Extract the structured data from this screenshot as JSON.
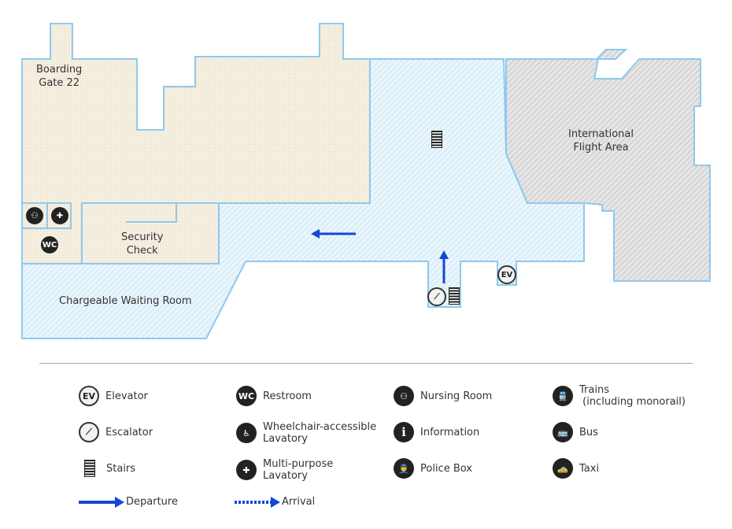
{
  "map": {
    "areas": {
      "boarding_gate": "Boarding\nGate 22",
      "security": "Security\nCheck",
      "waiting": "Chargeable Waiting Room",
      "international": "International\nFlight Area"
    },
    "colors": {
      "restricted": "#f6f0e2",
      "public": "#e4f3fb",
      "international": "#e0e0e0",
      "wall": "#8ec9ee",
      "route": "#1446d6"
    },
    "icons": {
      "wc": "WC",
      "ev": "EV"
    }
  },
  "legend": {
    "elevator": "Elevator",
    "restroom": "Restroom",
    "nursing": "Nursing Room",
    "trains": "Trains\n (including monorail)",
    "escalator": "Escalator",
    "wheelchair": "Wheelchair-accessible\nLavatory",
    "information": "Information",
    "bus": "Bus",
    "stairs": "Stairs",
    "multipurpose": "Multi-purpose\nLavatory",
    "police": "Police Box",
    "taxi": "Taxi",
    "departure": "Departure",
    "arrival": "Arrival",
    "ev_icon": "EV",
    "wc_icon": "WC"
  }
}
